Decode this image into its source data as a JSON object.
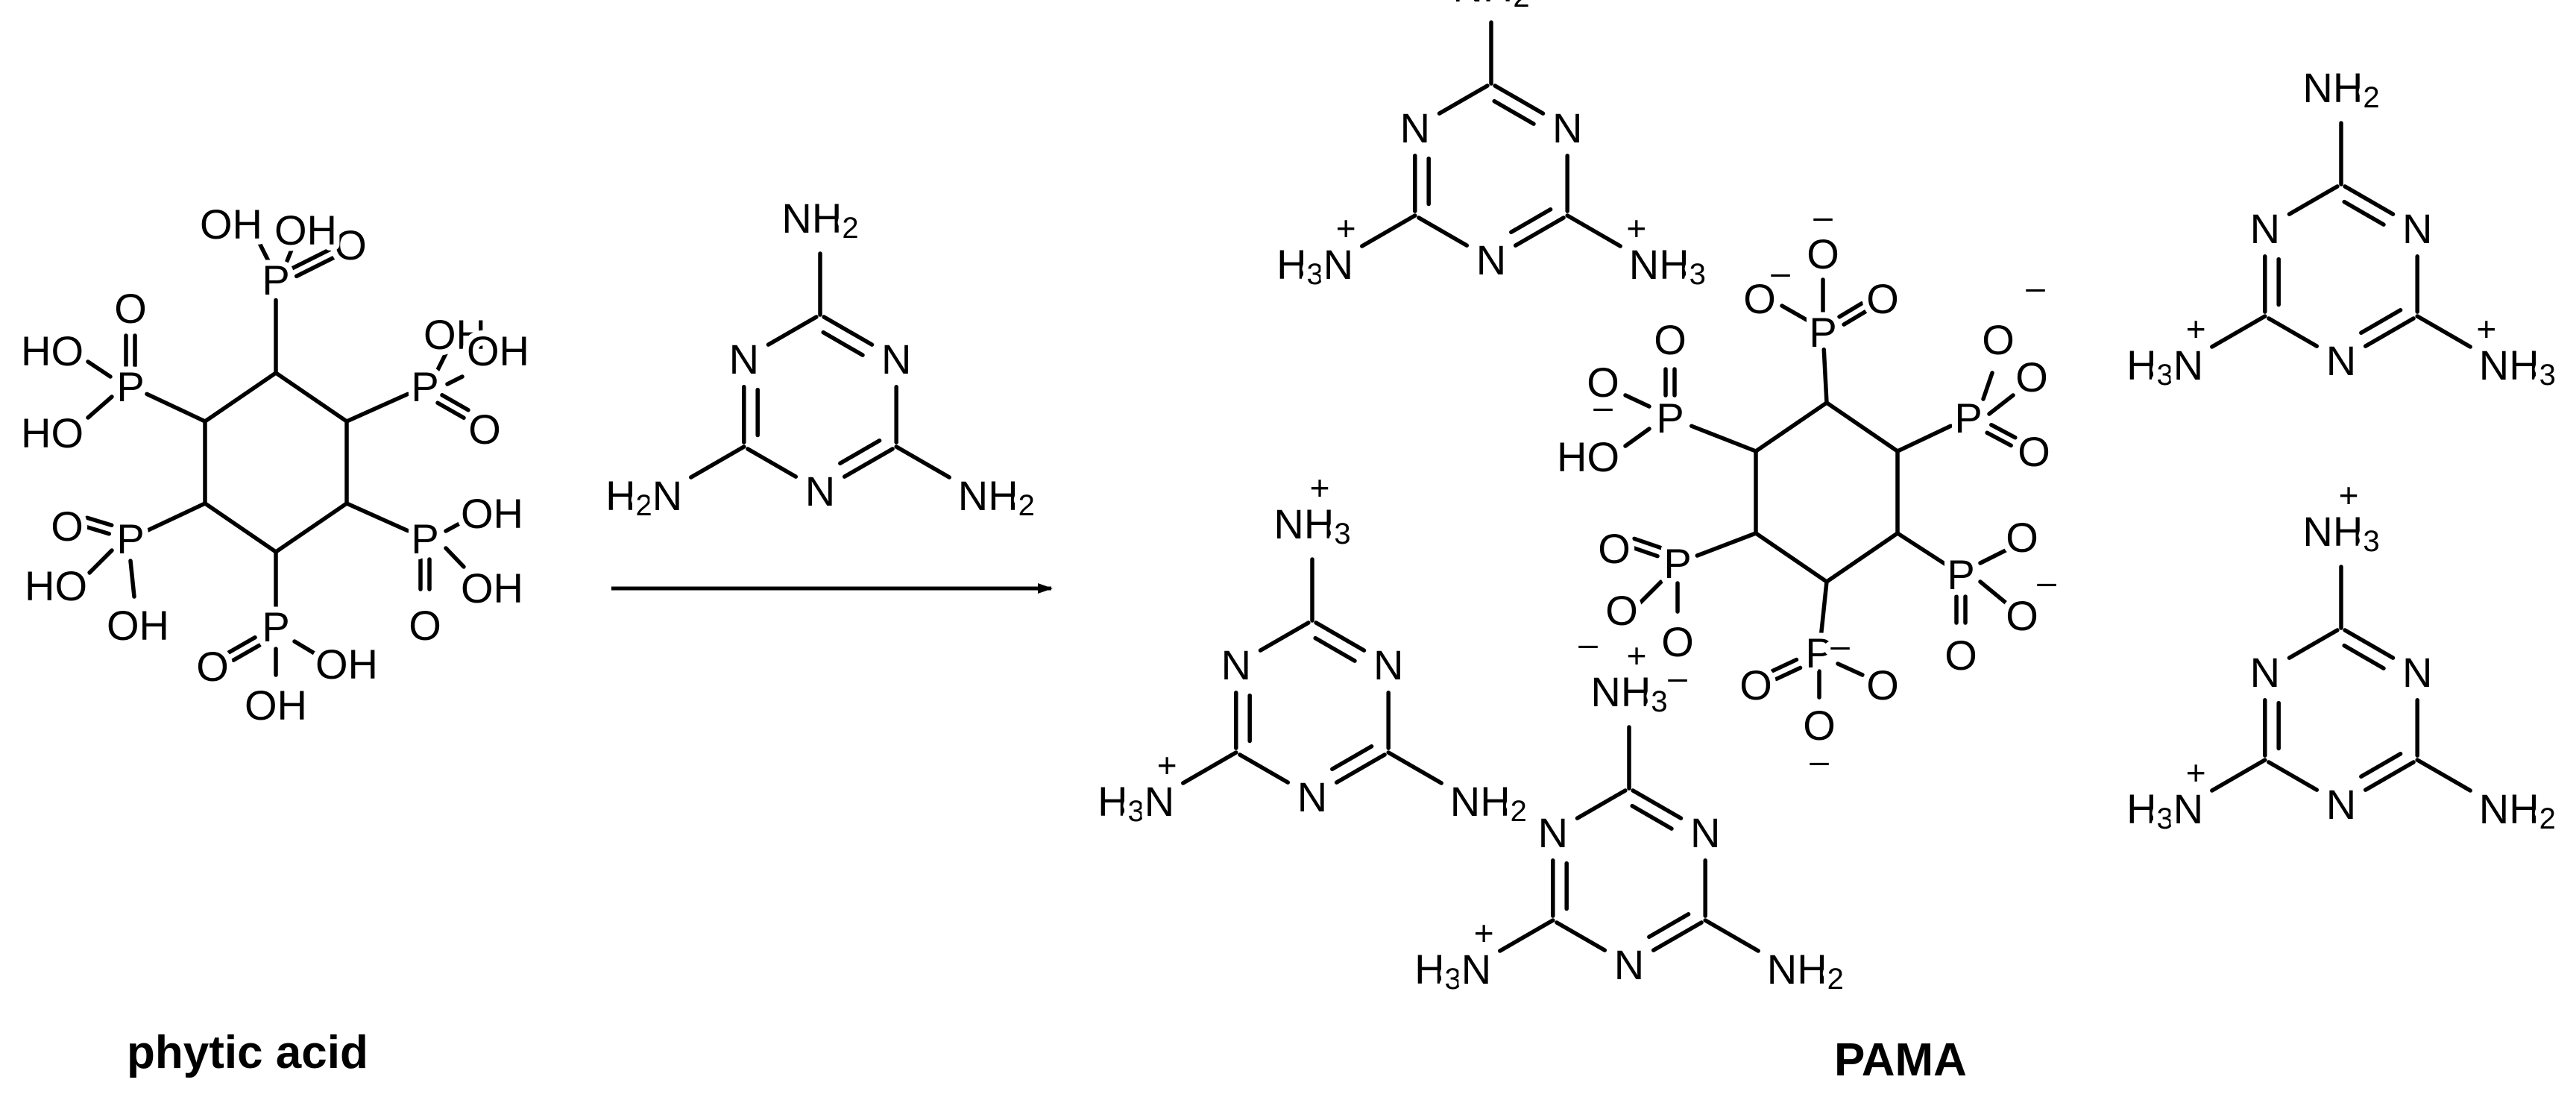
{
  "captions": {
    "reactant": "phytic acid",
    "product": "PAMA"
  },
  "atoms": {
    "P": "P",
    "O": "O",
    "OH": "OH",
    "HO": "HO",
    "N": "N",
    "H": "H",
    "NH": "NH",
    "two": "2",
    "three": "3",
    "plus": "+",
    "minus": "–"
  }
}
